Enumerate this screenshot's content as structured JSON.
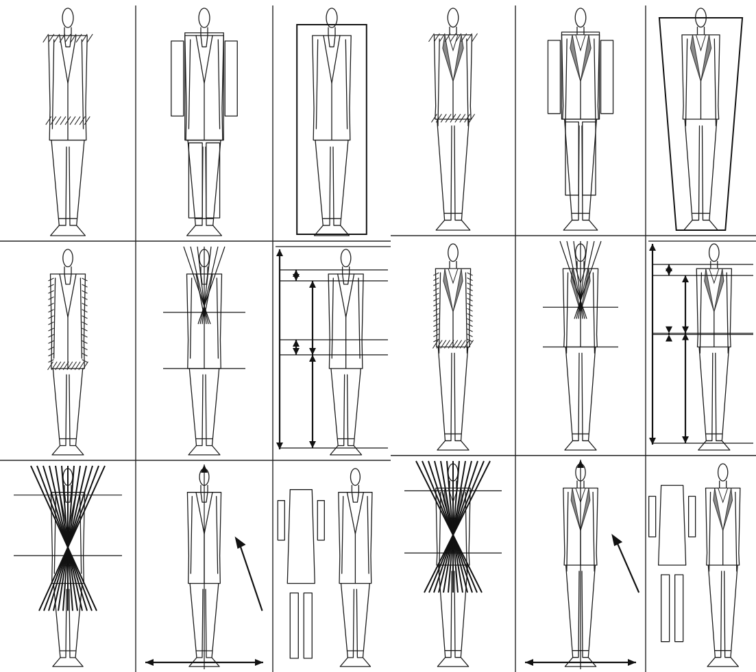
{
  "sheets": [
    {
      "id": "left-sheet",
      "variant": "plain-suit",
      "columns": 3,
      "rows": 3
    },
    {
      "id": "right-sheet",
      "variant": "shaded-lapel-suit",
      "columns": 3,
      "rows": 3
    }
  ],
  "panels": [
    {
      "row": 1,
      "col": 1,
      "technique": "hatched-silhouette"
    },
    {
      "row": 1,
      "col": 2,
      "technique": "block-rectangles"
    },
    {
      "row": 1,
      "col": 3,
      "technique": "bounding-box"
    },
    {
      "row": 2,
      "col": 1,
      "technique": "contour-hatching"
    },
    {
      "row": 2,
      "col": 2,
      "technique": "axis-lines"
    },
    {
      "row": 2,
      "col": 3,
      "technique": "proportion-arrows"
    },
    {
      "row": 3,
      "col": 1,
      "technique": "radiating-lines"
    },
    {
      "row": 3,
      "col": 2,
      "technique": "direction-arrows"
    },
    {
      "row": 3,
      "col": 3,
      "technique": "separated-parts"
    }
  ],
  "colors": {
    "ink": "#1a1a1a",
    "shade": "#8a8a8a",
    "paper": "#ffffff"
  }
}
